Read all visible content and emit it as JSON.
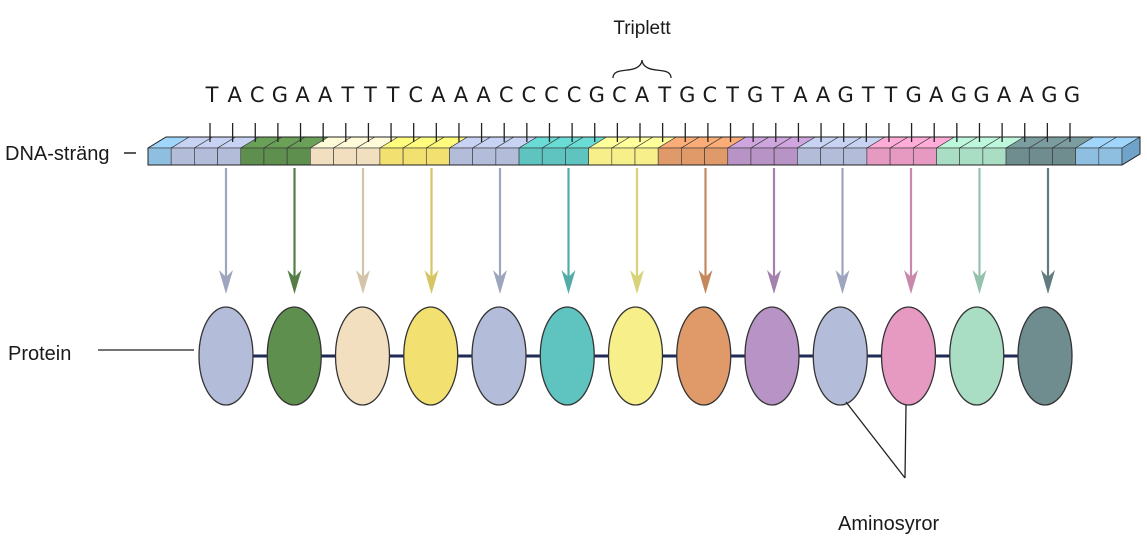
{
  "labels": {
    "triplet": "Triplett",
    "dna_strand": "DNA-sträng",
    "protein": "Protein",
    "amino_acids": "Aminosyror"
  },
  "sequence": [
    "T",
    "A",
    "C",
    "G",
    "A",
    "A",
    "T",
    "T",
    "T",
    "C",
    "A",
    "A",
    "A",
    "C",
    "C",
    "C",
    "C",
    "G",
    "C",
    "A",
    "T",
    "G",
    "C",
    "T",
    "G",
    "T",
    "A",
    "A",
    "G",
    "T",
    "T",
    "G",
    "A",
    "G",
    "G",
    "A",
    "A",
    "G",
    "G"
  ],
  "codon_colors": [
    "#b3bcd9",
    "#5f8f4e",
    "#f1dfc0",
    "#f2e070",
    "#b3bcd9",
    "#5fc4bf",
    "#f6ef8a",
    "#e09a6a",
    "#b893c6",
    "#b3bcd9",
    "#e69ac2",
    "#a9ddc4",
    "#6f8c8f"
  ],
  "amino_acid_count": 13,
  "colors": {
    "strand_face": "#8fbfe0",
    "strand_top": "#a9cfea",
    "strand_side": "#6fa3c9",
    "backbone": "#1f2a55"
  }
}
